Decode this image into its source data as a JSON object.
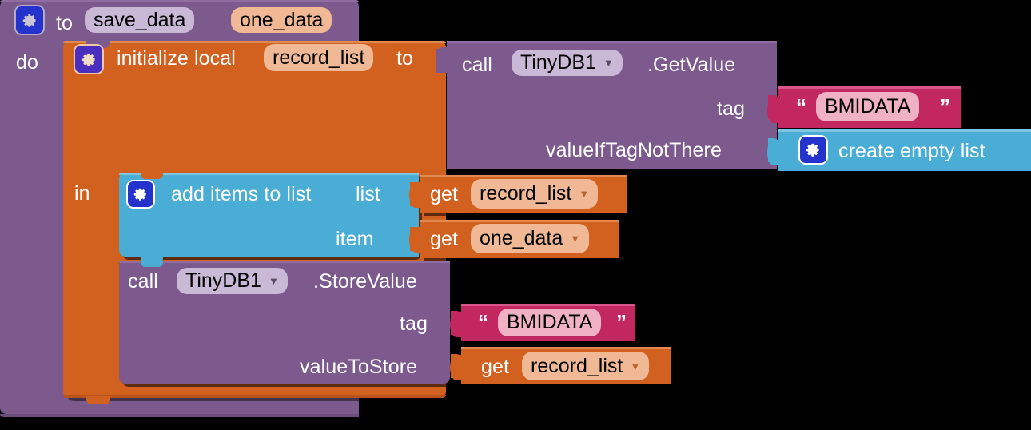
{
  "app": {
    "name": "MIT App Inventor Blocks Editor",
    "background": "#000000"
  },
  "colors": {
    "procedure_purple": "#7c5a8e",
    "local_orange": "#d2601f",
    "list_cyan": "#4aadd6",
    "text_crimson": "#c2285f",
    "variable_orange": "#d2601f",
    "mutator_blue": "#2433cc"
  },
  "procedure_block": {
    "mutator_icon": "gear-icon",
    "to_label": "to",
    "name": "save_data",
    "parameters": [
      "one_data"
    ],
    "do_label": "do"
  },
  "local_block": {
    "mutator_icon": "gear-icon",
    "initialize_label": "initialize local",
    "variable": "record_list",
    "to_label": "to",
    "in_label": "in"
  },
  "get_value_call": {
    "call_label": "call",
    "component": "TinyDB1",
    "method": ".GetValue",
    "args": [
      {
        "label": "tag",
        "kind": "text",
        "value": "BMIDATA"
      },
      {
        "label": "valueIfTagNotThere",
        "kind": "list",
        "value": "create empty list"
      }
    ]
  },
  "add_items_block": {
    "mutator_icon": "gear-icon",
    "title": "add items to list",
    "rows": [
      {
        "label": "list",
        "get_label": "get",
        "variable": "record_list"
      },
      {
        "label": "item",
        "get_label": "get",
        "variable": "one_data"
      }
    ]
  },
  "store_value_call": {
    "call_label": "call",
    "component": "TinyDB1",
    "method": ".StoreValue",
    "args": [
      {
        "label": "tag",
        "kind": "text",
        "value": "BMIDATA"
      },
      {
        "label": "valueToStore",
        "kind": "variable",
        "get_label": "get",
        "value": "record_list"
      }
    ]
  },
  "glyphs": {
    "dropdown_caret": "▼",
    "open_quote": "“",
    "close_quote": "”"
  }
}
